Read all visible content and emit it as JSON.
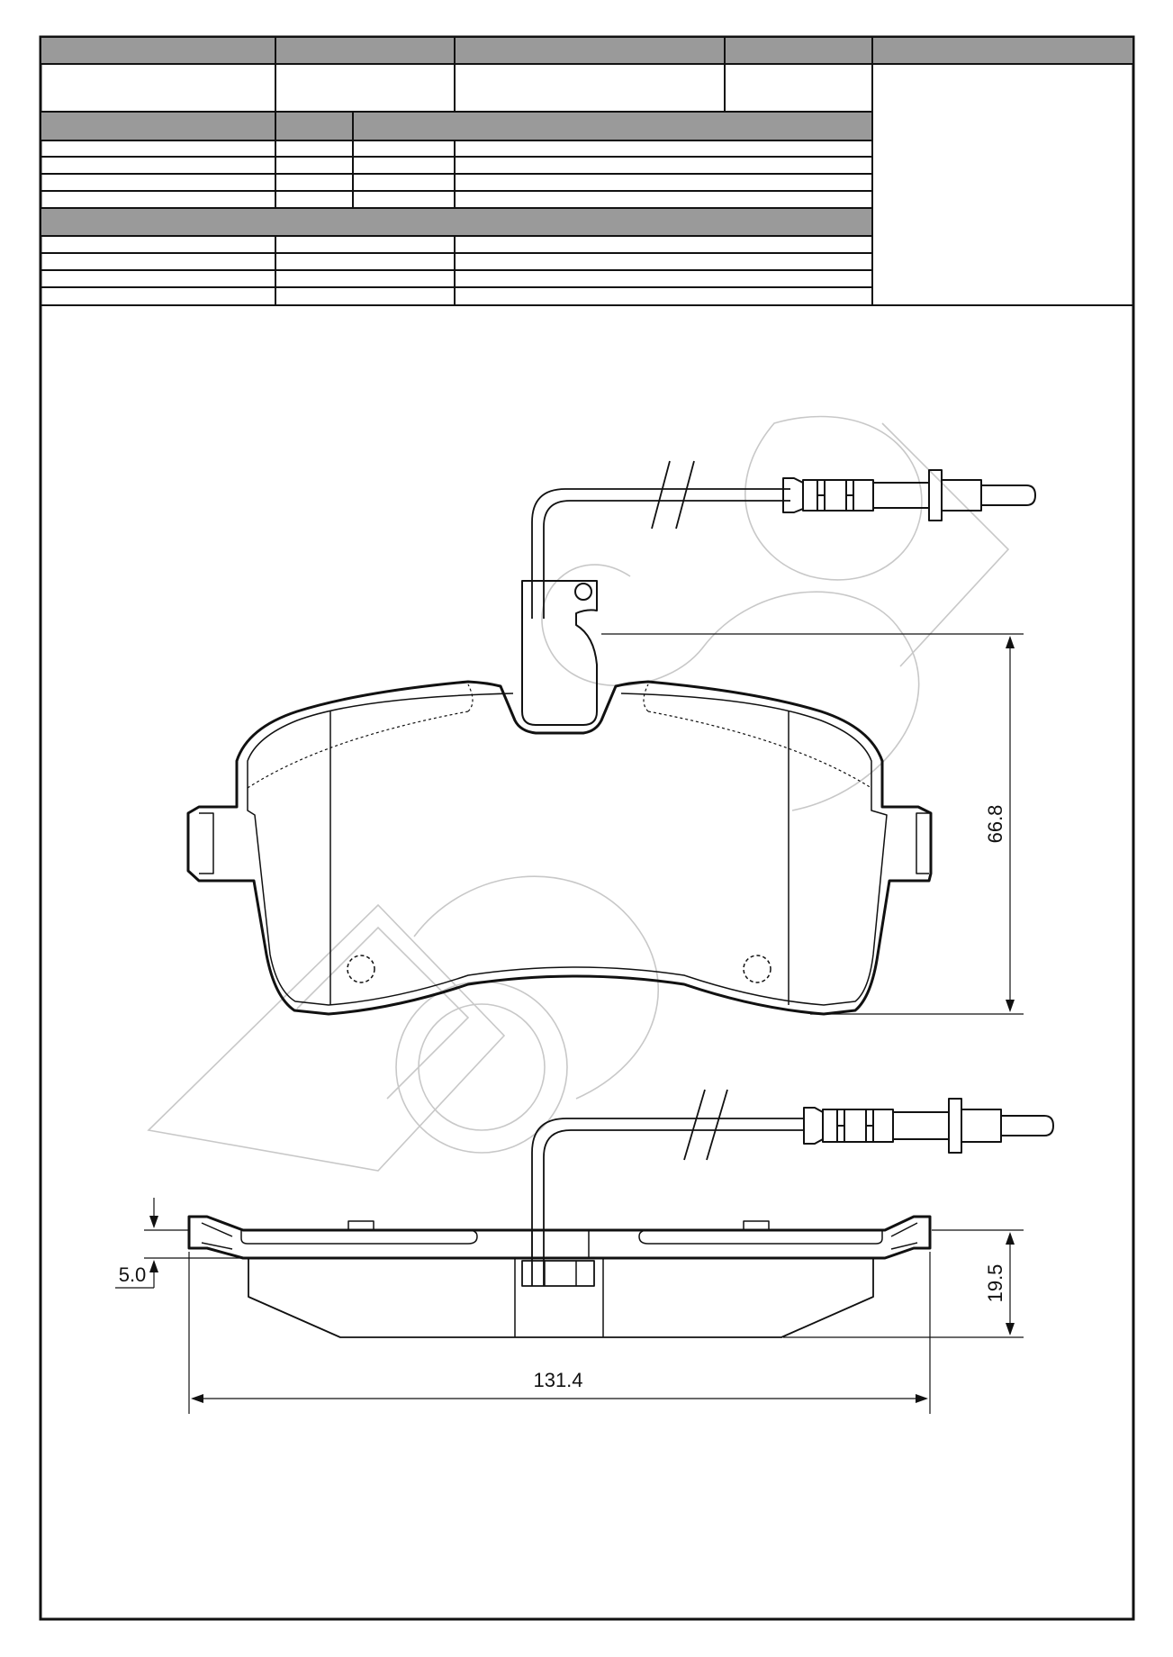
{
  "dimensions": {
    "height_top": "66.8",
    "thickness": "19.5",
    "backplate": "5.0",
    "width": "131.4"
  },
  "colors": {
    "header_fill": "#9a9a9a",
    "line": "#111111",
    "watermark": "#c8c8c8"
  }
}
